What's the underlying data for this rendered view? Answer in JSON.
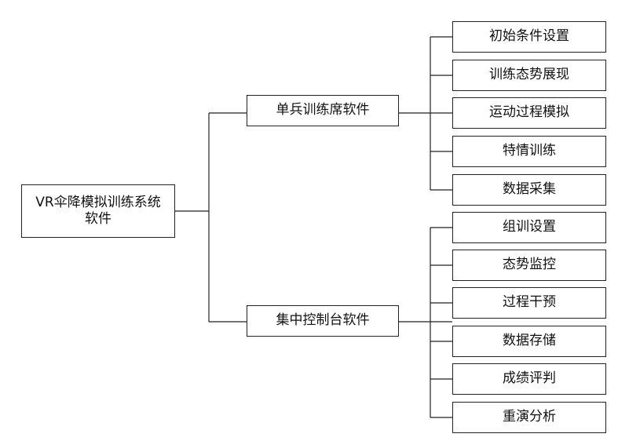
{
  "root": {
    "title_line1": "VR伞降模拟训练系统",
    "title_line2": "软件"
  },
  "branches": [
    {
      "label": "单兵训练席软件",
      "children": [
        "初始条件设置",
        "训练态势展现",
        "运动过程模拟",
        "特情训练",
        "数据采集"
      ]
    },
    {
      "label": "集中控制台软件",
      "children": [
        "组训设置",
        "态势监控",
        "过程干预",
        "数据存储",
        "成绩评判",
        "重演分析"
      ]
    }
  ],
  "colors": {
    "line": "#222222",
    "box_border": "#222222",
    "background": "#ffffff"
  }
}
